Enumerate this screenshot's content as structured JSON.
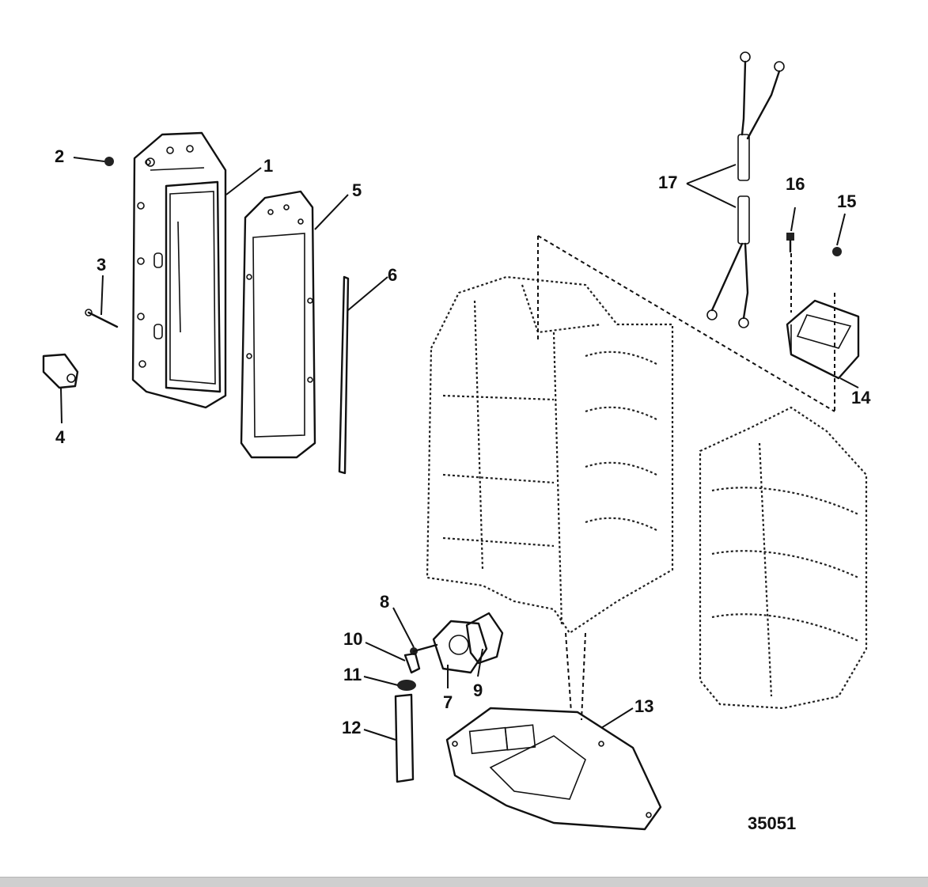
{
  "figure": {
    "number": "35051"
  },
  "callouts": [
    "1",
    "2",
    "3",
    "4",
    "5",
    "6",
    "7",
    "8",
    "9",
    "10",
    "11",
    "12",
    "13",
    "14",
    "15",
    "16",
    "17"
  ]
}
